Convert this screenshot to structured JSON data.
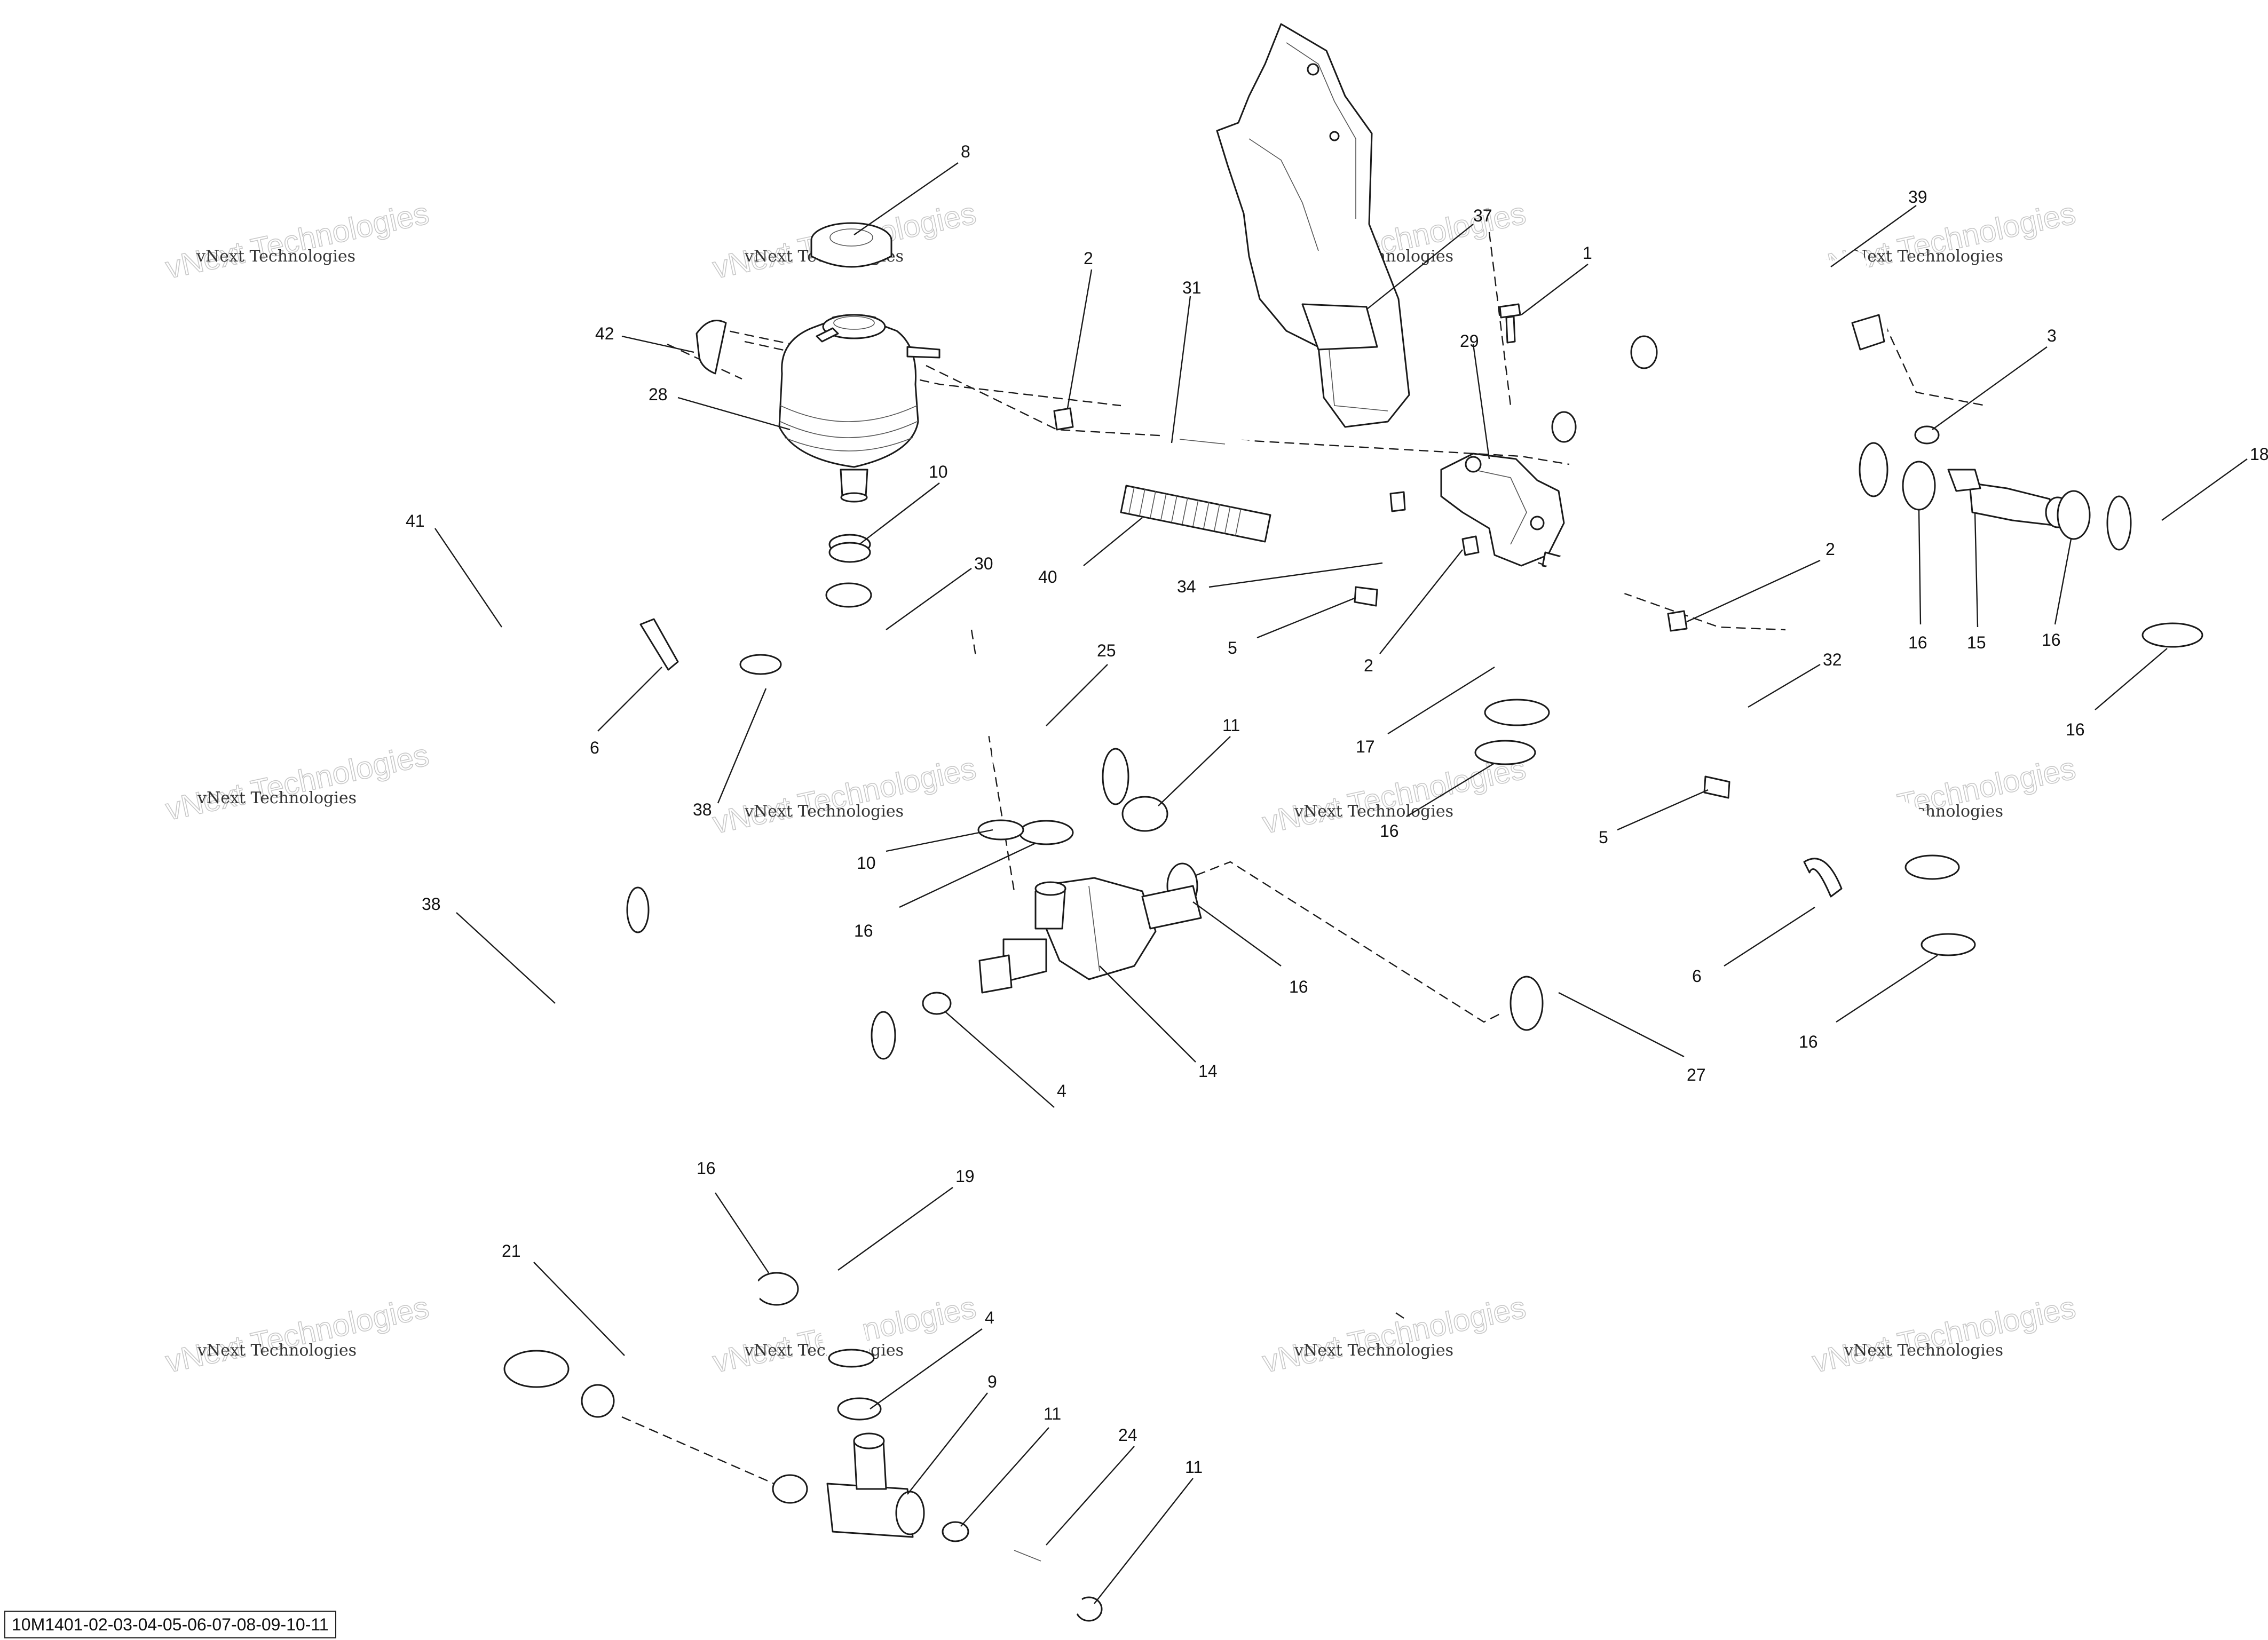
{
  "figure_ref": "10M1401-02-03-04-05-06-07-08-09-10-11",
  "watermark": {
    "line1": "vNext Technologies",
    "line2": "vNext Technologies"
  },
  "callouts": [
    {
      "id": "c1",
      "text": "1"
    },
    {
      "id": "c2a",
      "text": "2"
    },
    {
      "id": "c2b",
      "text": "2"
    },
    {
      "id": "c2c",
      "text": "2"
    },
    {
      "id": "c3",
      "text": "3"
    },
    {
      "id": "c4a",
      "text": "4"
    },
    {
      "id": "c4b",
      "text": "4"
    },
    {
      "id": "c5a",
      "text": "5"
    },
    {
      "id": "c5b",
      "text": "5"
    },
    {
      "id": "c6a",
      "text": "6"
    },
    {
      "id": "c6b",
      "text": "6"
    },
    {
      "id": "c8",
      "text": "8"
    },
    {
      "id": "c9",
      "text": "9"
    },
    {
      "id": "c10a",
      "text": "10"
    },
    {
      "id": "c10b",
      "text": "10"
    },
    {
      "id": "c11a",
      "text": "11"
    },
    {
      "id": "c11b",
      "text": "11"
    },
    {
      "id": "c11c",
      "text": "11"
    },
    {
      "id": "c14",
      "text": "14"
    },
    {
      "id": "c15",
      "text": "15"
    },
    {
      "id": "c16a",
      "text": "16"
    },
    {
      "id": "c16b",
      "text": "16"
    },
    {
      "id": "c16c",
      "text": "16"
    },
    {
      "id": "c16d",
      "text": "16"
    },
    {
      "id": "c16e",
      "text": "16"
    },
    {
      "id": "c16f",
      "text": "16"
    },
    {
      "id": "c16g",
      "text": "16"
    },
    {
      "id": "c16h",
      "text": "16"
    },
    {
      "id": "c16i",
      "text": "16"
    },
    {
      "id": "c17",
      "text": "17"
    },
    {
      "id": "c18",
      "text": "18"
    },
    {
      "id": "c19",
      "text": "19"
    },
    {
      "id": "c21",
      "text": "21"
    },
    {
      "id": "c24",
      "text": "24"
    },
    {
      "id": "c25",
      "text": "25"
    },
    {
      "id": "c27",
      "text": "27"
    },
    {
      "id": "c28",
      "text": "28"
    },
    {
      "id": "c29",
      "text": "29"
    },
    {
      "id": "c30",
      "text": "30"
    },
    {
      "id": "c31",
      "text": "31"
    },
    {
      "id": "c32",
      "text": "32"
    },
    {
      "id": "c34",
      "text": "34"
    },
    {
      "id": "c37",
      "text": "37"
    },
    {
      "id": "c38a",
      "text": "38"
    },
    {
      "id": "c38b",
      "text": "38"
    },
    {
      "id": "c39",
      "text": "39"
    },
    {
      "id": "c40",
      "text": "40"
    },
    {
      "id": "c41",
      "text": "41"
    },
    {
      "id": "c42",
      "text": "42"
    }
  ]
}
